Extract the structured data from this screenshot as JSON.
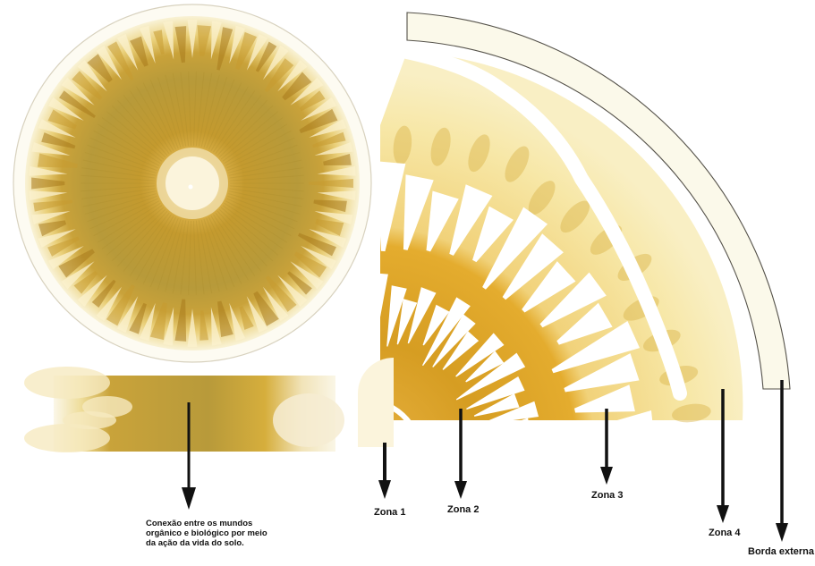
{
  "labels": {
    "zona1": "Zona 1",
    "zona2": "Zona 2",
    "zona3": "Zona 3",
    "zona4": "Zona 4",
    "borda": "Borda externa",
    "caption_line1": "Conexão entre os mundos",
    "caption_line2": "orgânico e biológico por meio",
    "caption_line3": "da ação da vida do solo."
  },
  "colors": {
    "background": "#ffffff",
    "center_cream": "#f7efd6",
    "gold_dark": "#c98f14",
    "gold": "#dba62a",
    "olive_gold": "#b8962a",
    "zone3_gold": "#e2a826",
    "zone4_yellow": "#f3de8e",
    "zone4_pale": "#f8edbd",
    "outer_cream": "#fbf9ea",
    "arrow": "#111111"
  }
}
